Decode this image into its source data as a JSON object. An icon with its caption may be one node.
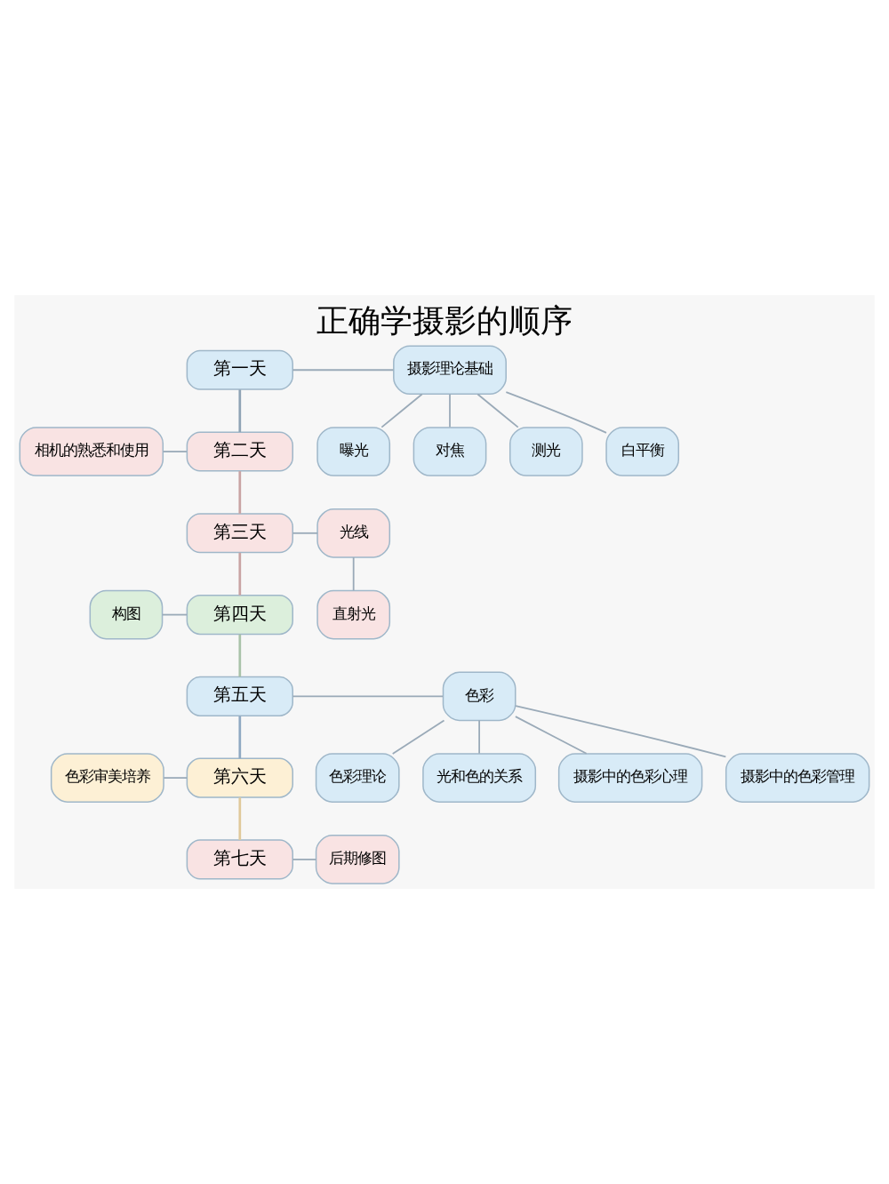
{
  "diagram": {
    "title": "正确学摄影的顺序",
    "nodes": [
      {
        "text": [
          "第一天"
        ]
      },
      {
        "text": [
          "摄影理论基础"
        ]
      },
      {
        "text": [
          "曝光"
        ]
      },
      {
        "text": [
          "对焦"
        ]
      },
      {
        "text": [
          "测光"
        ]
      },
      {
        "text": [
          "白平衡"
        ]
      },
      {
        "text": [
          "第二天"
        ]
      },
      {
        "text": [
          "相机的熟悉和使用"
        ]
      },
      {
        "text": [
          "第三天"
        ]
      },
      {
        "text": [
          "光线"
        ]
      },
      {
        "text": [
          "直射光"
        ]
      },
      {
        "text": [
          "第四天"
        ]
      },
      {
        "text": [
          "构图"
        ]
      },
      {
        "text": [
          "第五天"
        ]
      },
      {
        "text": [
          "色彩"
        ]
      },
      {
        "text": [
          "色彩理论"
        ]
      },
      {
        "text": [
          "光和色的关系"
        ]
      },
      {
        "text": [
          "摄影中的色彩心理"
        ]
      },
      {
        "text": [
          "摄影中的色彩管理"
        ]
      },
      {
        "text": [
          "第六天"
        ]
      },
      {
        "text": [
          "色彩审美培养"
        ]
      },
      {
        "text": [
          "第七天"
        ]
      },
      {
        "text": [
          "后期修图"
        ]
      }
    ],
    "edges": [
      {
        "from": 0,
        "to": 6,
        "arrow": "none",
        "color": "#8fa3b5"
      },
      {
        "from": 6,
        "to": 8,
        "arrow": "none",
        "color": "#c9a3a3"
      },
      {
        "from": 8,
        "to": 11,
        "arrow": "none",
        "color": "#c9a3a3"
      },
      {
        "from": 11,
        "to": 13,
        "arrow": "none",
        "color": "#a9c2a9"
      },
      {
        "from": 13,
        "to": 19,
        "arrow": "none",
        "color": "#8fa9c2"
      },
      {
        "from": 19,
        "to": 21,
        "arrow": "none",
        "color": "#e0c99a"
      },
      {
        "from": 0,
        "to": 1,
        "arrow": "none"
      },
      {
        "from": 1,
        "to": 2,
        "arrow": "none"
      },
      {
        "from": 1,
        "to": 3,
        "arrow": "none"
      },
      {
        "from": 1,
        "to": 4,
        "arrow": "none"
      },
      {
        "from": 1,
        "to": 5,
        "arrow": "none"
      },
      {
        "from": 7,
        "to": 6,
        "arrow": "none"
      },
      {
        "from": 8,
        "to": 9,
        "arrow": "none"
      },
      {
        "from": 9,
        "to": 10,
        "arrow": "none"
      },
      {
        "from": 12,
        "to": 11,
        "arrow": "none"
      },
      {
        "from": 13,
        "to": 14,
        "arrow": "none"
      },
      {
        "from": 14,
        "to": 15,
        "arrow": "none"
      },
      {
        "from": 14,
        "to": 16,
        "arrow": "none"
      },
      {
        "from": 14,
        "to": 17,
        "arrow": "none"
      },
      {
        "from": 14,
        "to": 18,
        "arrow": "none"
      },
      {
        "from": 20,
        "to": 19,
        "arrow": "none"
      },
      {
        "from": 21,
        "to": 22,
        "arrow": "none"
      }
    ]
  }
}
